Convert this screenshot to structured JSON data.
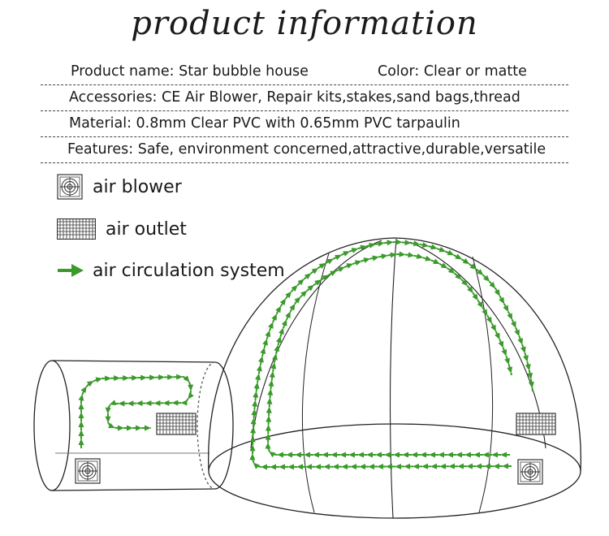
{
  "title": "product information",
  "info": {
    "product_name": "Product name: Star bubble house",
    "color": "Color:  Clear or matte",
    "accessories": "Accessories:  CE Air Blower, Repair kits,stakes,sand bags,thread",
    "material": "Material: 0.8mm Clear PVC with 0.65mm PVC tarpaulin",
    "features": "Features: Safe, environment concerned,attractive,durable,versatile"
  },
  "legend": {
    "air_blower": "air blower",
    "air_outlet": "air outlet",
    "air_circulation": "air circulation system"
  },
  "colors": {
    "arrow": "#3a9a2a",
    "outline": "#222222"
  }
}
